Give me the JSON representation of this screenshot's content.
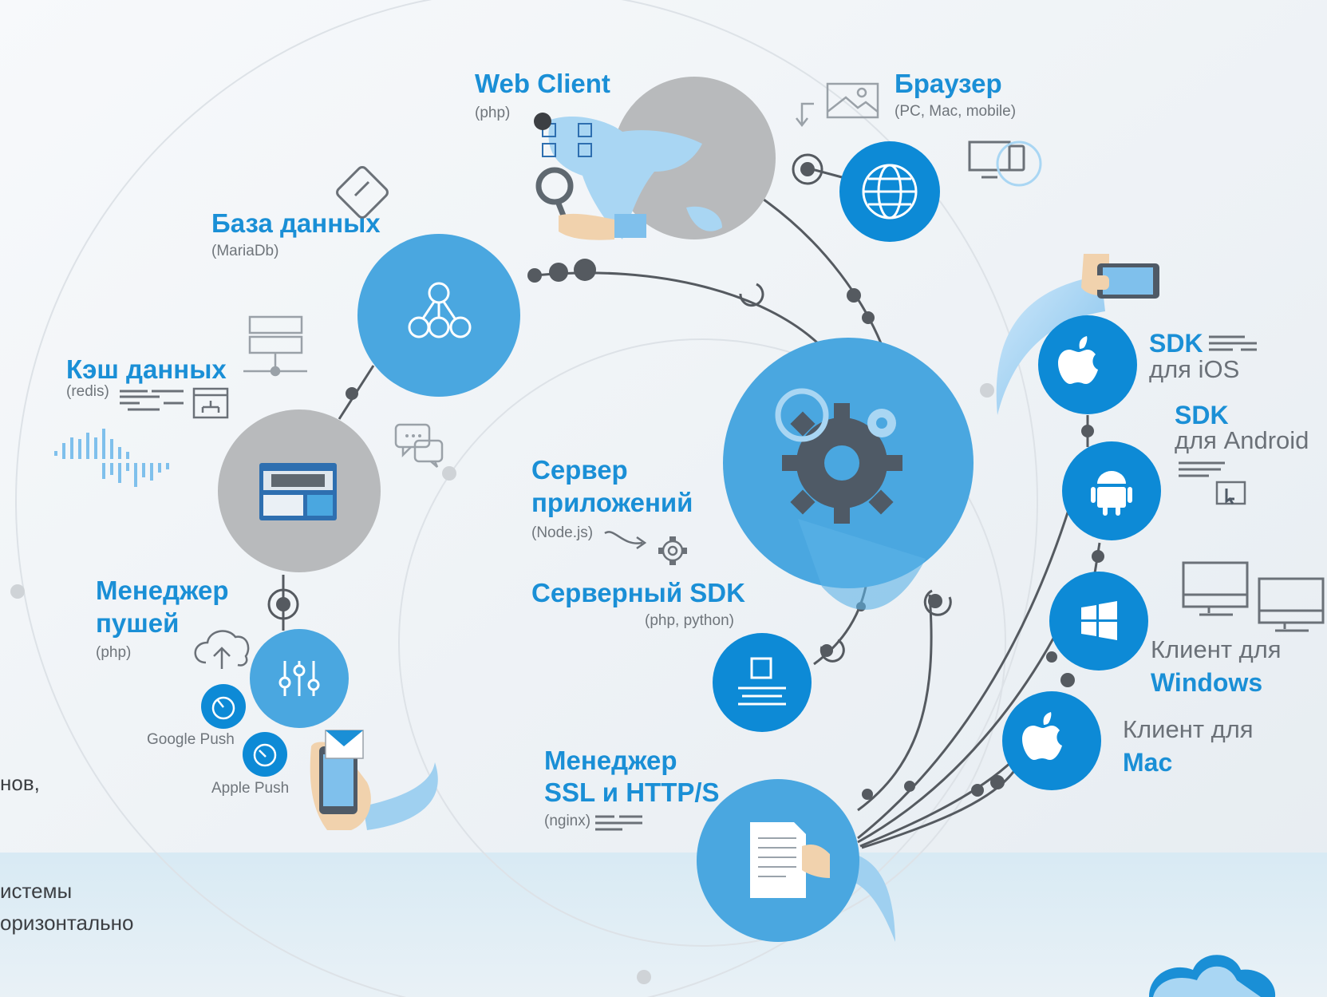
{
  "colors": {
    "accent": "#1a8fd6",
    "circle_blue": "#4aa7e0",
    "circle_deep": "#0d8ad6",
    "circle_gray": "#b8babc",
    "connector": "#555a60"
  },
  "nodes": {
    "web_client": {
      "title": "Web Client",
      "sub": "(php)"
    },
    "browser": {
      "title": "Браузер",
      "sub": "(PC, Mac, mobile)"
    },
    "database": {
      "title": "База данных",
      "sub": "(MariaDb)"
    },
    "cache": {
      "title": "Кэш данных",
      "sub": "(redis)"
    },
    "app_server": {
      "title_line1": "Сервер",
      "title_line2": "приложений",
      "sub": "(Node.js)"
    },
    "server_sdk": {
      "title": "Серверный SDK",
      "sub": "(php, python)"
    },
    "push_manager": {
      "title_line1": "Менеджер",
      "title_line2": "пушей",
      "sub": "(php)",
      "google_push": "Google Push",
      "apple_push": "Apple Push"
    },
    "ssl_manager": {
      "title_line1": "Менеджер",
      "title_line2": "SSL и HTTP/S",
      "sub": "(nginx)"
    },
    "sdk_ios": {
      "title": "SDK",
      "line2": "для iOS"
    },
    "sdk_android": {
      "title": "SDK",
      "line2": "для Android"
    },
    "client_windows": {
      "line1": "Клиент для",
      "title": "Windows"
    },
    "client_mac": {
      "line1": "Клиент для",
      "title": "Mac"
    }
  },
  "edge_text": {
    "fragment_1": "нов,",
    "fragment_2": "истемы",
    "fragment_3": "оризонтально"
  },
  "icons": {
    "web_client": "world-map-icon",
    "browser_image": "image-frame-icon",
    "browser": "globe-icon",
    "devices": "devices-icon",
    "database": "network-tree-icon",
    "database_tag": "tag-icon",
    "cache": "browser-window-icon",
    "server_rack": "server-rack-icon",
    "sound_wave": "sound-wave-icon",
    "chat": "chat-bubbles-icon",
    "app_server": "gears-icon",
    "server_sdk_gear": "gear-icon",
    "server_sdk": "document-screen-icon",
    "push": "sliders-icon",
    "cloud_upload": "cloud-upload-icon",
    "ssl": "certificate-icon",
    "apple": "apple-icon",
    "android": "android-icon",
    "windows": "windows-icon",
    "monitor": "monitor-icon",
    "tablet_hand": "tablet-hand-icon",
    "phone_hand": "phone-hand-icon",
    "cloud": "cloud-icon"
  }
}
